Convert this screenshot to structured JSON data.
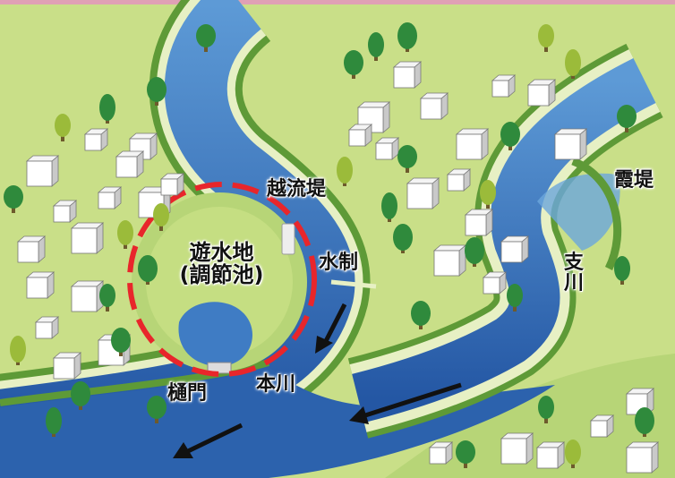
{
  "labels": {
    "overflow_levee": "越流堤",
    "retention_area_line1": "遊水地",
    "retention_area_line2": "(調節池)",
    "spur_dike": "水制",
    "main_river": "本川",
    "sluice_gate": "樋門",
    "tributary_char1": "支",
    "tributary_char2": "川",
    "open_levee": "霞堤"
  },
  "colors": {
    "land": "#c9df88",
    "levee": "#5e9a37",
    "river": "#2c69b3",
    "river_light": "#6ba6dc",
    "retention_circle": "#e8262b",
    "top_border": "#e0a0b5"
  }
}
